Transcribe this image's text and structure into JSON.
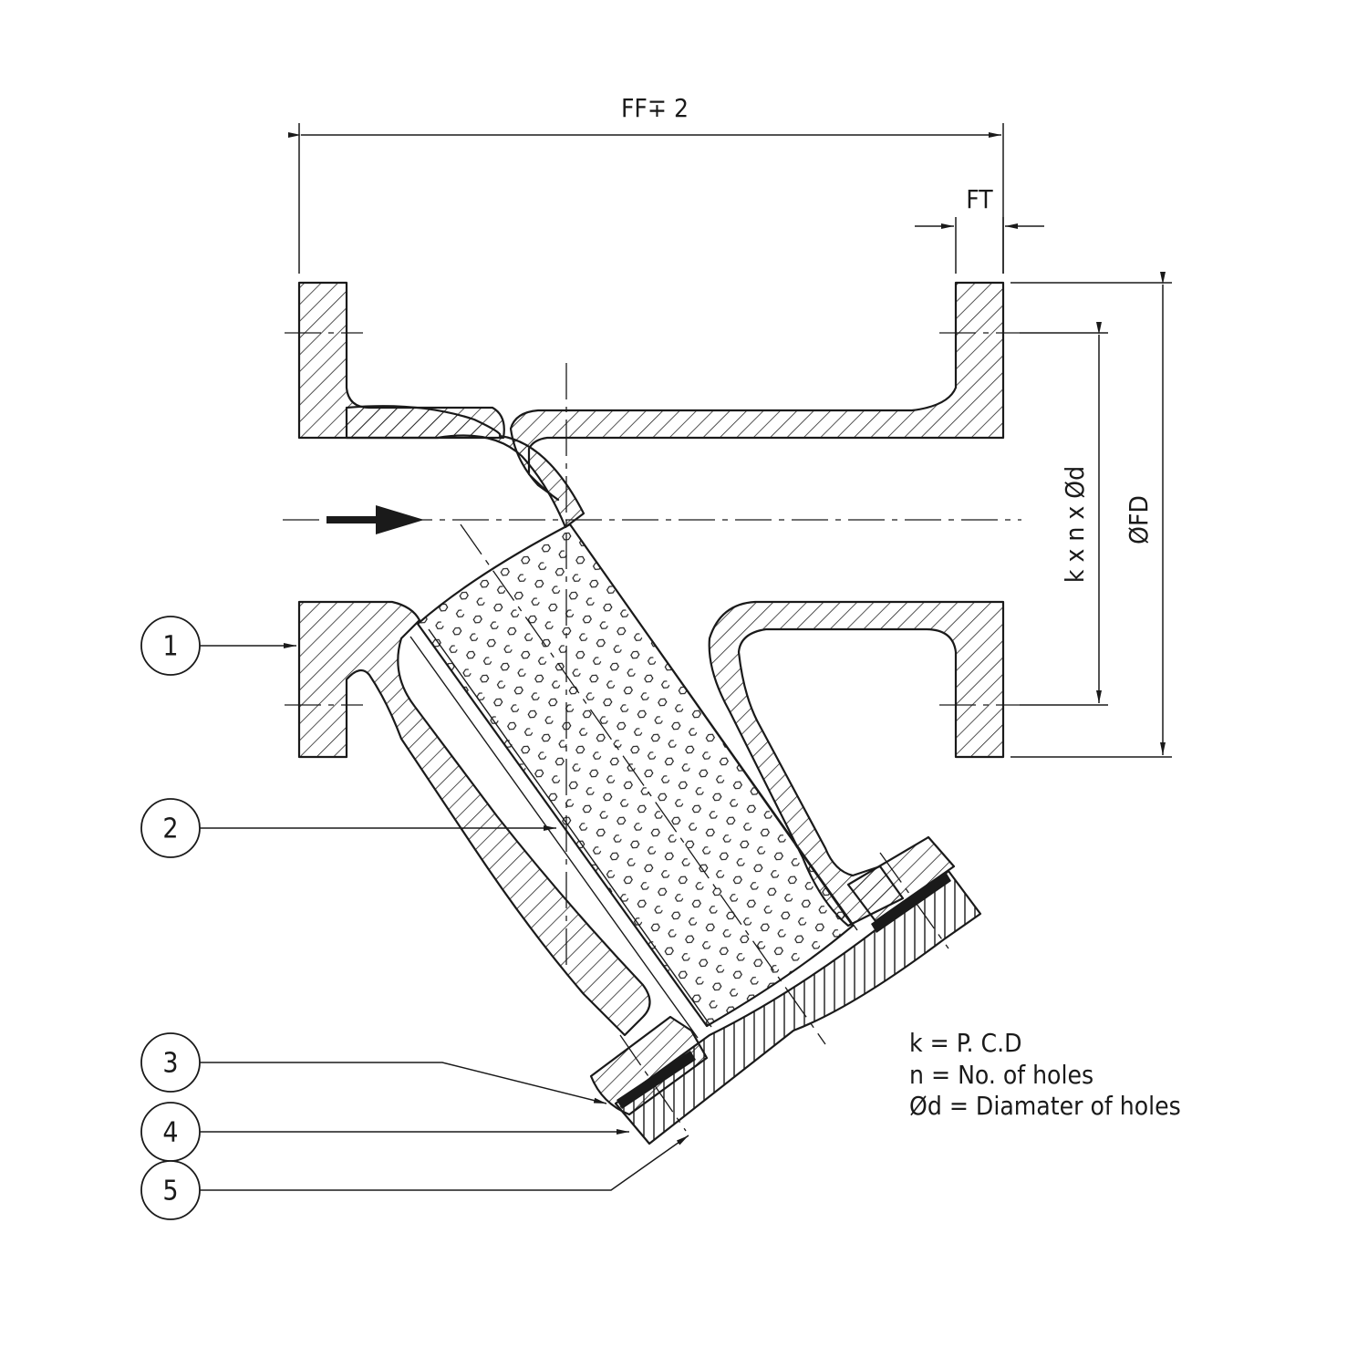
{
  "dimensions": {
    "face_to_face": "FF∓ 2",
    "flange_thickness": "FT",
    "flange_diameter": "ØFD",
    "bolt_pattern": "k x n x Ød"
  },
  "legend": [
    "k = P. C.D",
    "n = No. of holes",
    "Ød = Diamater of holes"
  ],
  "callouts": [
    "1",
    "2",
    "3",
    "4",
    "5"
  ],
  "flow_direction": "left-to-right"
}
